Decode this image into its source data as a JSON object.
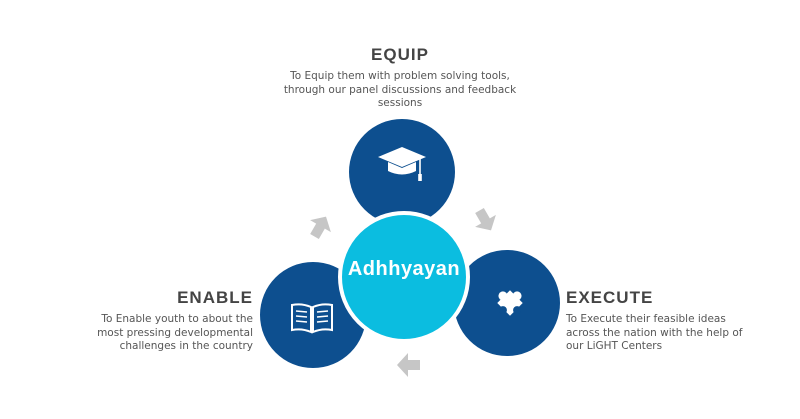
{
  "center": {
    "label": "Adhhyayan"
  },
  "nodes": [
    {
      "id": "equip",
      "heading": "EQUIP",
      "description_lines": [
        "To Equip them with problem solving tools,",
        "through our panel discussions and feedback",
        "sessions"
      ],
      "icon": "graduation-cap-icon"
    },
    {
      "id": "enable",
      "heading": "ENABLE",
      "description_lines": [
        "To Enable youth to about the",
        "most pressing developmental",
        "challenges in the country"
      ],
      "icon": "open-book-icon"
    },
    {
      "id": "execute",
      "heading": "EXECUTE",
      "description_lines": [
        "To Execute their feasible ideas",
        "across the nation with the help of",
        "our LiGHT Centers"
      ],
      "icon": "puzzle-piece-icon"
    }
  ],
  "colors": {
    "node_fill": "#0d4f8f",
    "center_fill": "#0bbde0",
    "center_ring": "#ffffff",
    "arrow_fill": "#c6c6c6",
    "heading_text": "#444444",
    "body_text": "#555555"
  }
}
